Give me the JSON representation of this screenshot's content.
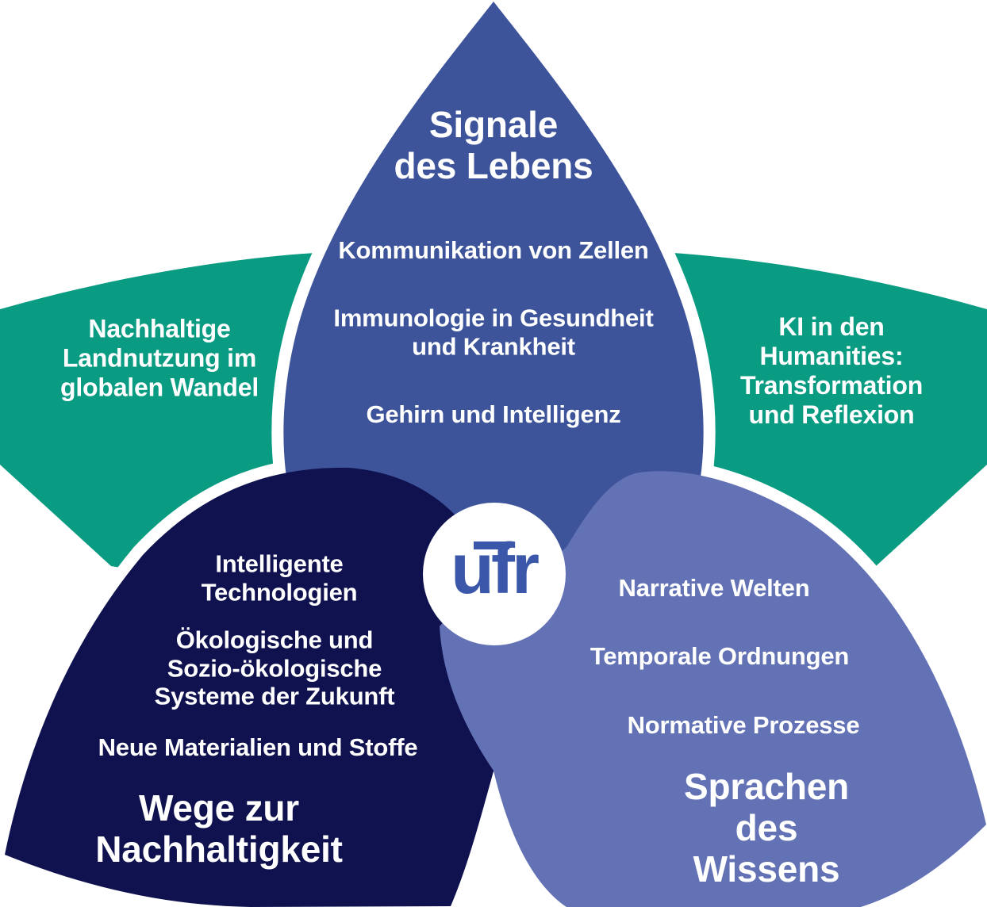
{
  "colors": {
    "petal_top_blue": "#3D549B",
    "petal_bottom_left_navy": "#101250",
    "petal_bottom_right_periwinkle": "#6372B5",
    "petal_green": "#0A9C82",
    "center_circle": "#FFFFFF",
    "logo_blue": "#3A57A9",
    "text": "#FFFFFF",
    "background": "#FFFFFF"
  },
  "center": {
    "logo_text": "ufr"
  },
  "petals": {
    "top": {
      "title": "Signale\ndes Lebens",
      "items": [
        "Kommunikation von Zellen",
        "Immunologie in Gesundheit\nund Krankheit",
        "Gehirn und Intelligenz"
      ]
    },
    "left_green": {
      "label": "Nachhaltige\nLandnutzung im\nglobalen Wandel"
    },
    "right_green": {
      "label": "KI in den\nHumanities:\nTransformation\nund Reflexion"
    },
    "bottom_left": {
      "items": [
        "Intelligente\nTechnologien",
        "Ökologische und\nSozio-ökologische\nSysteme der Zukunft",
        "Neue Materialien und Stoffe"
      ],
      "title": "Wege zur\nNachhaltigkeit"
    },
    "bottom_right": {
      "items": [
        "Narrative Welten",
        "Temporale Ordnungen",
        "Normative Prozesse"
      ],
      "title": "Sprachen des\nWissens"
    }
  }
}
